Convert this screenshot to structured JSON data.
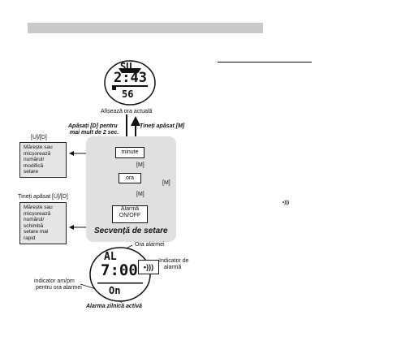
{
  "watch_top": {
    "day": "SU",
    "time": "2:43",
    "seconds": "56"
  },
  "watch_bottom": {
    "mode": "AL",
    "time": "7:00",
    "status": "On"
  },
  "labels": {
    "shows_time": "Afișează ora actuală",
    "press_d": "Apăsați [D] pentru",
    "press_d_2": "mai mult de 2 sec.",
    "hold_m": "Țineți apăsat [M]",
    "ud": "[U]/[D]",
    "hold_ud": "Țineți apăsat [U]/[D]",
    "m1": "[M]",
    "m2": "[M]",
    "m3": "[M]",
    "alarm_time": "Ora alarmei",
    "alarm_indicator_1": "Indicator de",
    "alarm_indicator_2": "alarmă",
    "ampm_1": "indicator am/pm",
    "ampm_2": "pentru ora alarmei",
    "daily_alarm": "Alarma zilnică activă"
  },
  "sequence": {
    "title": "Secvență de setare",
    "minute": "minute",
    "hour": "ora",
    "alarm_1": "Alarmă",
    "alarm_2": "ON/OFF"
  },
  "side_box_1": [
    "Mărește sau",
    "micșorează",
    "numărul/",
    "modifică",
    "setare"
  ],
  "side_box_2": [
    "Mărește sau",
    "micșorează",
    "numărul/",
    "schimbă",
    "setare mai",
    "rapid"
  ],
  "icons": {
    "small_bell": "•)))"
  }
}
